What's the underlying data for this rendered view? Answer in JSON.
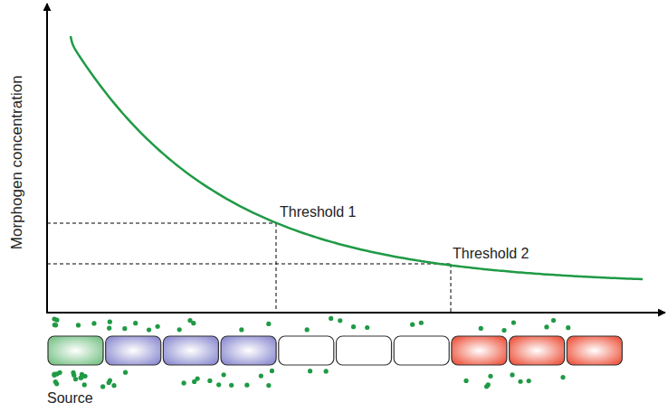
{
  "diagram": {
    "labels": [
      "Morphogen concentration",
      "Threshold 1",
      "Threshold 2",
      "Source"
    ]
  }
}
